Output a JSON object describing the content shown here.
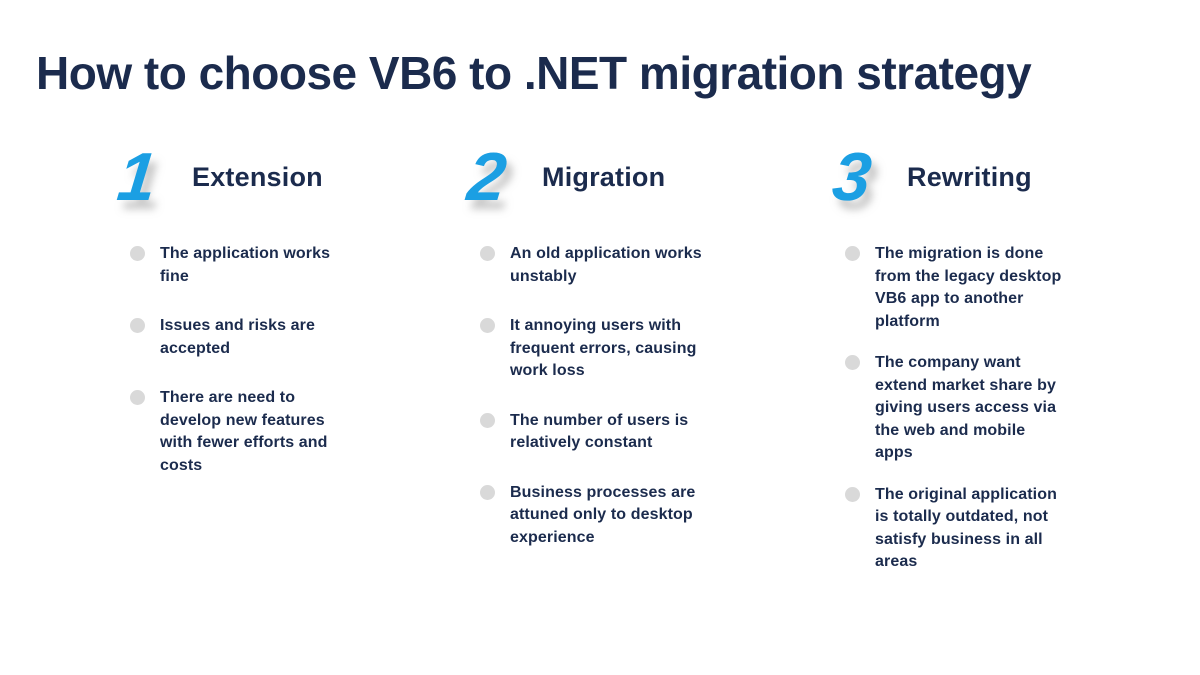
{
  "slide": {
    "title": "How to choose VB6 to .NET migration strategy"
  },
  "colors": {
    "navy": "#1b2b4d",
    "accent_blue": "#1b9fe3",
    "bullet_gray": "#d9d9d9",
    "background": "#ffffff"
  },
  "columns": [
    {
      "number": "1",
      "heading": "Extension",
      "bullets": [
        "The application works\nfine",
        "Issues and risks are\naccepted",
        "There are need to\ndevelop new features\nwith fewer efforts and\ncosts"
      ]
    },
    {
      "number": "2",
      "heading": "Migration",
      "bullets": [
        "An old application works\nunstably",
        "It annoying users with\nfrequent errors, causing\nwork loss",
        "The number of users is\nrelatively constant",
        "Business processes are\nattuned only to desktop\nexperience"
      ]
    },
    {
      "number": "3",
      "heading": "Rewriting",
      "bullets": [
        "The migration is done\nfrom the legacy desktop\nVB6 app to another\nplatform",
        "The company want\nextend market share by\ngiving users access via\nthe web and mobile\napps",
        "The original application\nis totally outdated, not\nsatisfy business in all\nareas"
      ]
    }
  ]
}
